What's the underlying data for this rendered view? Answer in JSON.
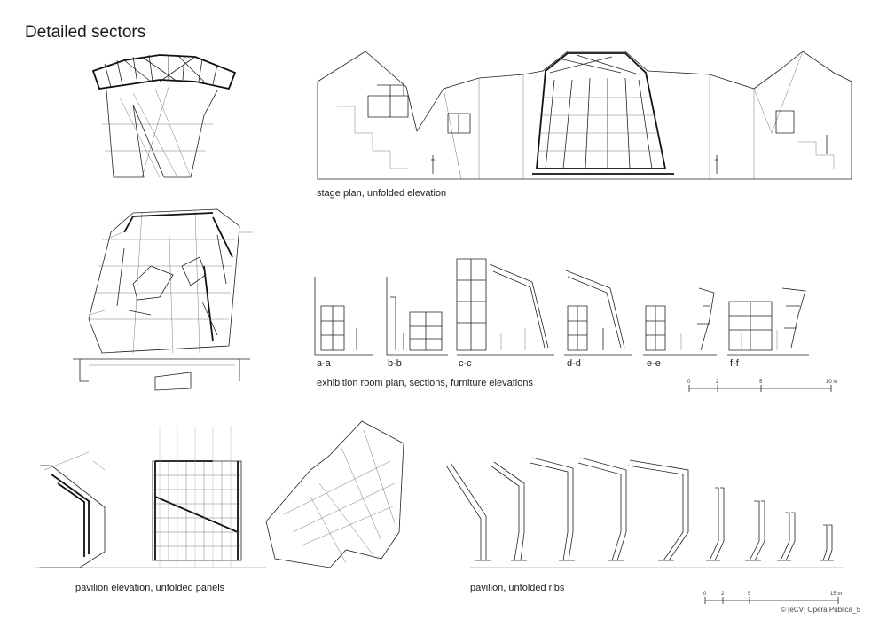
{
  "title": "Detailed sectors",
  "captions": {
    "stage": "stage plan, unfolded elevation",
    "exhibition": "exhibition room plan, sections, furniture elevations",
    "pavilion_panels": "pavilion elevation, unfolded panels",
    "pavilion_ribs": "pavilion, unfolded ribs"
  },
  "section_labels": [
    "a-a",
    "b-b",
    "c-c",
    "d-d",
    "e-e",
    "f-f"
  ],
  "scale_top": [
    "0",
    "2",
    "5",
    "10 m"
  ],
  "scale_bottom": [
    "0",
    "2",
    "5",
    "15 m"
  ],
  "copyright": "© [eCV] Opera Publica_5"
}
